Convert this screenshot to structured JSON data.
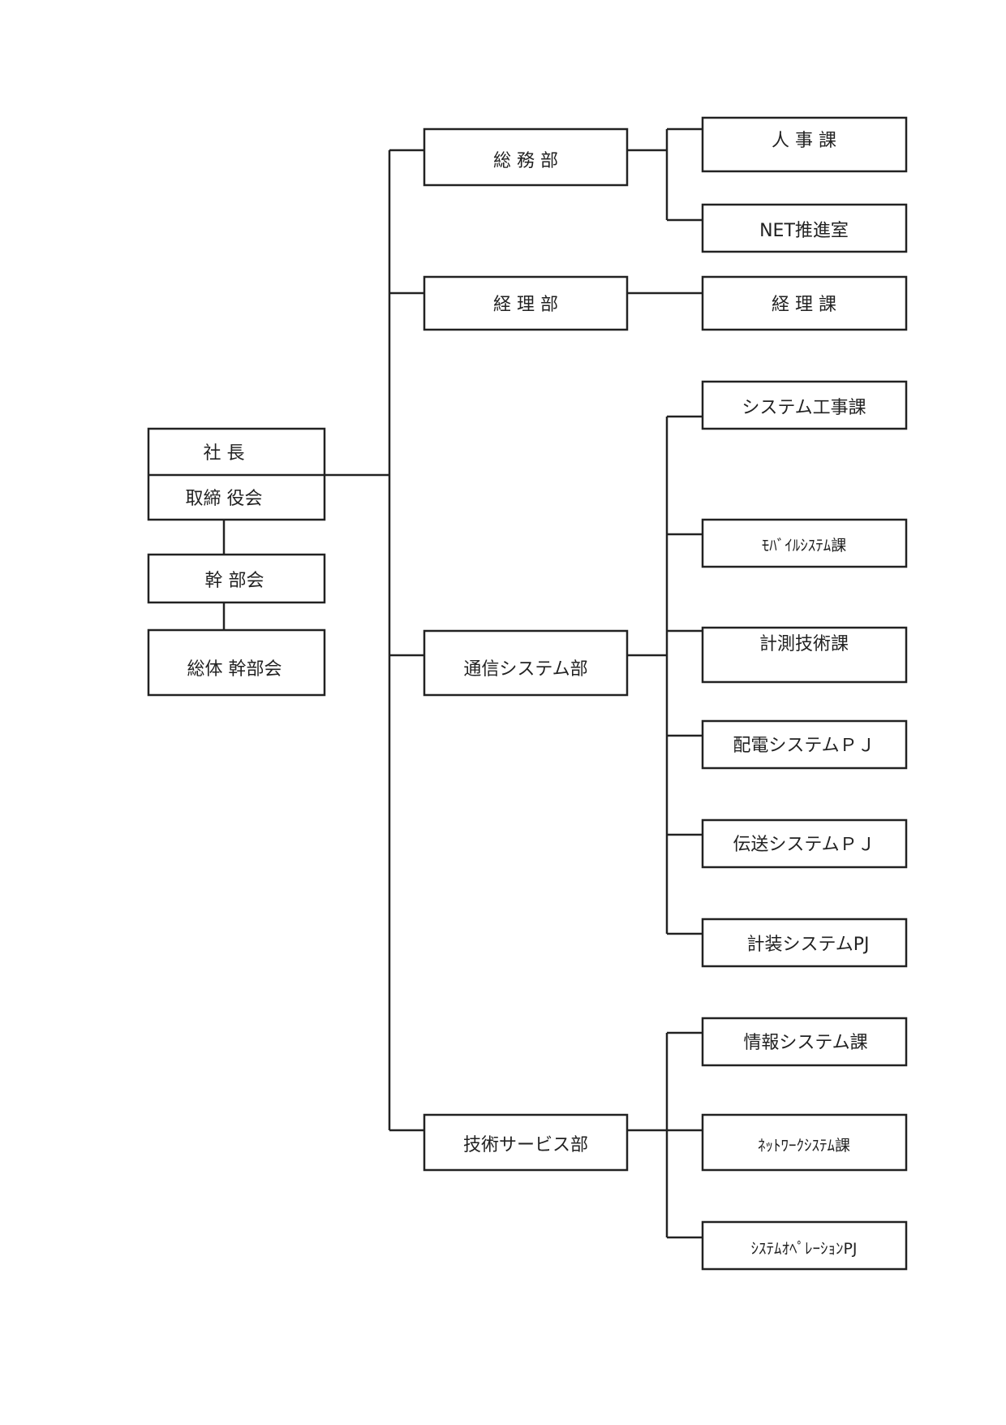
{
  "exec": {
    "president": "社 長",
    "board": "取締 役会",
    "managers_meeting": "幹 部会",
    "general_managers_meeting": "総体 幹部会"
  },
  "departments": [
    {
      "name": "総 務 部",
      "sections": [
        "人 事 課",
        "NET推進室"
      ]
    },
    {
      "name": "経 理 部",
      "sections": [
        "経 理 課"
      ]
    },
    {
      "name": "通信システム部",
      "sections": [
        "システム工事課",
        "ﾓﾊﾞｲﾙｼｽﾃﾑ課",
        "計測技術課",
        "配電システムＰＪ",
        "伝送システムＰＪ",
        "計装システムPJ"
      ]
    },
    {
      "name": "技術サービス部",
      "sections": [
        "情報システム課",
        "ﾈｯﾄﾜｰｸｼｽﾃﾑ課",
        "ｼｽﾃﾑｵﾍﾟﾚｰｼｮﾝPJ"
      ]
    }
  ]
}
